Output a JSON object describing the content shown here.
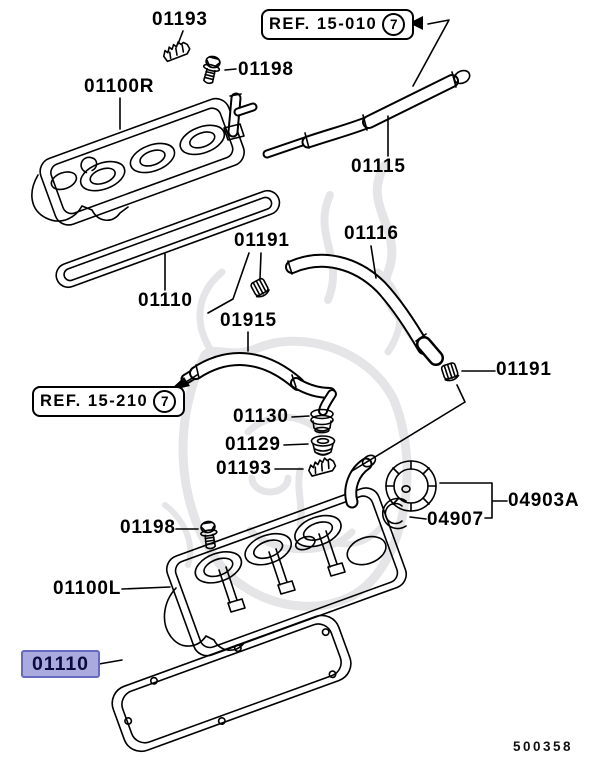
{
  "diagram": {
    "sheet_code": "500358",
    "colors": {
      "line": "#000000",
      "highlight_fill": "#a9abdf",
      "highlight_border": "#666bc0",
      "watermark": "#d4d4d8"
    },
    "refs": {
      "ref010": {
        "text": "REF. 15-010",
        "badge": "7"
      },
      "ref210": {
        "text": "REF. 15-210",
        "badge": "7"
      }
    },
    "parts": {
      "p01193_top": "01193",
      "p01198_top": "01198",
      "p01100R": "01100R",
      "p01115": "01115",
      "p01191_left": "01191",
      "p01116": "01116",
      "p01110_top": "01110",
      "p01915": "01915",
      "p01191_right": "01191",
      "p01130": "01130",
      "p01129": "01129",
      "p01193_bottom": "01193",
      "p04903A": "04903A",
      "p04907": "04907",
      "p01198_bottom": "01198",
      "p01100L": "01100L",
      "p01110_selected": "01110"
    }
  }
}
